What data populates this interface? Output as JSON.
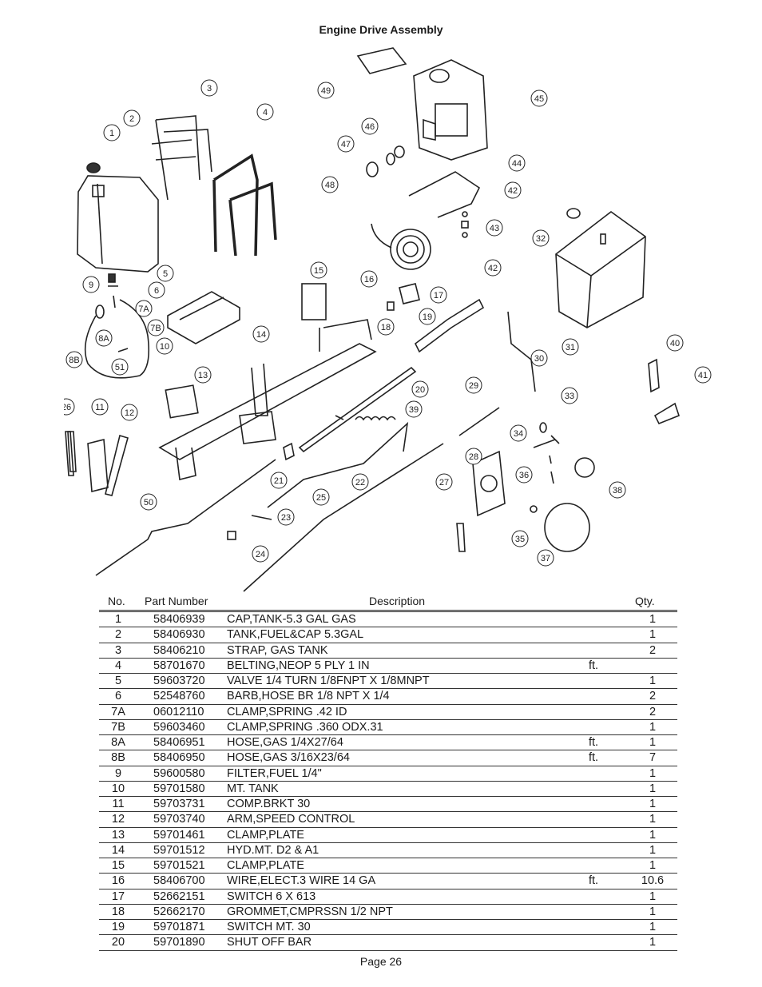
{
  "title": "Engine Drive Assembly",
  "diagram_callouts": [
    "1",
    "2",
    "3",
    "4",
    "5",
    "6",
    "7A",
    "7B",
    "8A",
    "8B",
    "9",
    "10",
    "11",
    "12",
    "13",
    "14",
    "15",
    "16",
    "17",
    "18",
    "19",
    "20",
    "21",
    "22",
    "23",
    "24",
    "25",
    "26",
    "27",
    "28",
    "29",
    "30",
    "31",
    "32",
    "33",
    "34",
    "35",
    "36",
    "37",
    "38",
    "39",
    "40",
    "41",
    "42",
    "42",
    "43",
    "44",
    "45",
    "46",
    "47",
    "48",
    "49",
    "50",
    "51"
  ],
  "table": {
    "headers": {
      "no": "No.",
      "part_number": "Part Number",
      "description": "Description",
      "qty": "Qty."
    },
    "rows": [
      {
        "no": "1",
        "part_number": "58406939",
        "description": "CAP,TANK-5.3 GAL GAS",
        "unit": "",
        "qty": "1"
      },
      {
        "no": "2",
        "part_number": "58406930",
        "description": "TANK,FUEL&CAP 5.3GAL",
        "unit": "",
        "qty": "1"
      },
      {
        "no": "3",
        "part_number": "58406210",
        "description": "STRAP, GAS TANK",
        "unit": "",
        "qty": "2"
      },
      {
        "no": "4",
        "part_number": "58701670",
        "description": "BELTING,NEOP 5 PLY 1 IN",
        "unit": "ft.",
        "qty": ""
      },
      {
        "no": "5",
        "part_number": "59603720",
        "description": "VALVE 1/4 TURN 1/8FNPT X 1/8MNPT",
        "unit": "",
        "qty": "1"
      },
      {
        "no": "6",
        "part_number": "52548760",
        "description": "BARB,HOSE BR 1/8 NPT X 1/4",
        "unit": "",
        "qty": "2"
      },
      {
        "no": "7A",
        "part_number": "06012110",
        "description": "CLAMP,SPRING .42 ID",
        "unit": "",
        "qty": "2"
      },
      {
        "no": "7B",
        "part_number": "59603460",
        "description": "CLAMP,SPRING .360 ODX.31",
        "unit": "",
        "qty": "1"
      },
      {
        "no": "8A",
        "part_number": "58406951",
        "description": "HOSE,GAS 1/4X27/64",
        "unit": "ft.",
        "qty": "1"
      },
      {
        "no": "8B",
        "part_number": "58406950",
        "description": "HOSE,GAS 3/16X23/64",
        "unit": "ft.",
        "qty": "7"
      },
      {
        "no": "9",
        "part_number": "59600580",
        "description": "FILTER,FUEL 1/4\"",
        "unit": "",
        "qty": "1"
      },
      {
        "no": "10",
        "part_number": "59701580",
        "description": "MT. TANK",
        "unit": "",
        "qty": "1"
      },
      {
        "no": "11",
        "part_number": "59703731",
        "description": "COMP.BRKT 30",
        "unit": "",
        "qty": "1"
      },
      {
        "no": "12",
        "part_number": "59703740",
        "description": "ARM,SPEED CONTROL",
        "unit": "",
        "qty": "1"
      },
      {
        "no": "13",
        "part_number": "59701461",
        "description": "CLAMP,PLATE",
        "unit": "",
        "qty": "1"
      },
      {
        "no": "14",
        "part_number": "59701512",
        "description": "HYD.MT. D2 & A1",
        "unit": "",
        "qty": "1"
      },
      {
        "no": "15",
        "part_number": "59701521",
        "description": "CLAMP,PLATE",
        "unit": "",
        "qty": "1"
      },
      {
        "no": "16",
        "part_number": "58406700",
        "description": "WIRE,ELECT.3 WIRE 14 GA",
        "unit": "ft.",
        "qty": "10.6"
      },
      {
        "no": "17",
        "part_number": "52662151",
        "description": "SWITCH 6 X 613",
        "unit": "",
        "qty": "1"
      },
      {
        "no": "18",
        "part_number": "52662170",
        "description": "GROMMET,CMPRSSN 1/2 NPT",
        "unit": "",
        "qty": "1"
      },
      {
        "no": "19",
        "part_number": "59701871",
        "description": "SWITCH MT. 30",
        "unit": "",
        "qty": "1"
      },
      {
        "no": "20",
        "part_number": "59701890",
        "description": "SHUT OFF BAR",
        "unit": "",
        "qty": "1"
      }
    ]
  },
  "footer": {
    "page": "Page 26"
  }
}
